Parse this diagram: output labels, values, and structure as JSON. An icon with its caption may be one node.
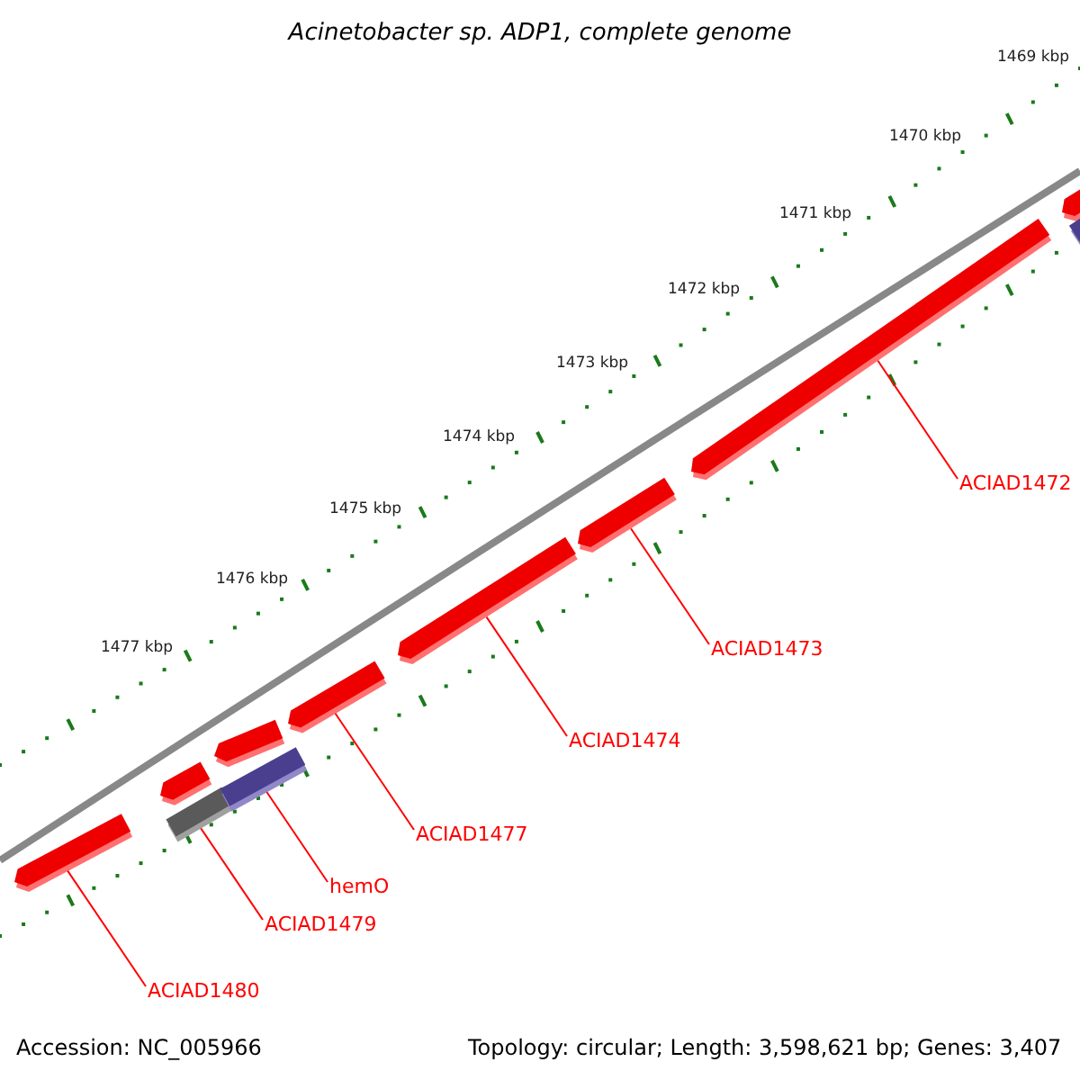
{
  "diagram": {
    "title": "Acinetobacter sp. ADP1, complete genome",
    "nodes": [
      {
        "text": [
          "ACIAD1472"
        ]
      },
      {
        "text": [
          "ACIAD1473"
        ]
      },
      {
        "text": [
          "ACIAD1474"
        ]
      },
      {
        "text": [
          "ACIAD1477"
        ]
      },
      {
        "text": [
          "hemO"
        ]
      },
      {
        "text": [
          "ACIAD1479"
        ]
      },
      {
        "text": [
          "ACIAD1480"
        ]
      },
      {
        "text": [],
        "shape": "arrow"
      },
      {
        "text": [],
        "shape": "arrow"
      },
      {
        "text": [],
        "shape": "bar"
      },
      {
        "text": [],
        "shape": "arrow"
      },
      {
        "text": [],
        "shape": "bar"
      },
      {
        "text": [],
        "shape": "arrow"
      },
      {
        "text": [],
        "shape": "arrow"
      },
      {
        "text": [],
        "shape": "arrow"
      },
      {
        "text": [],
        "shape": "arrow"
      },
      {
        "text": [],
        "shape": "arrow"
      },
      {
        "text": [],
        "shape": "bar"
      }
    ],
    "edges": [
      {
        "from": 0,
        "to": 15,
        "arrow": "none"
      },
      {
        "from": 1,
        "to": 14,
        "arrow": "none"
      },
      {
        "from": 2,
        "to": 13,
        "arrow": "none"
      },
      {
        "from": 3,
        "to": 12,
        "arrow": "none"
      },
      {
        "from": 4,
        "to": 11,
        "arrow": "none"
      },
      {
        "from": 5,
        "to": 9,
        "arrow": "none"
      },
      {
        "from": 6,
        "to": 7,
        "arrow": "none"
      }
    ],
    "labels": [
      "1469 kbp",
      "1470 kbp",
      "1471 kbp",
      "1472 kbp",
      "1473 kbp",
      "1474 kbp",
      "1475 kbp",
      "1476 kbp",
      "1477 kbp",
      "Accession: NC_005966",
      "Topology: circular; Length: 3,598,621 bp; Genes: 3,407"
    ]
  }
}
